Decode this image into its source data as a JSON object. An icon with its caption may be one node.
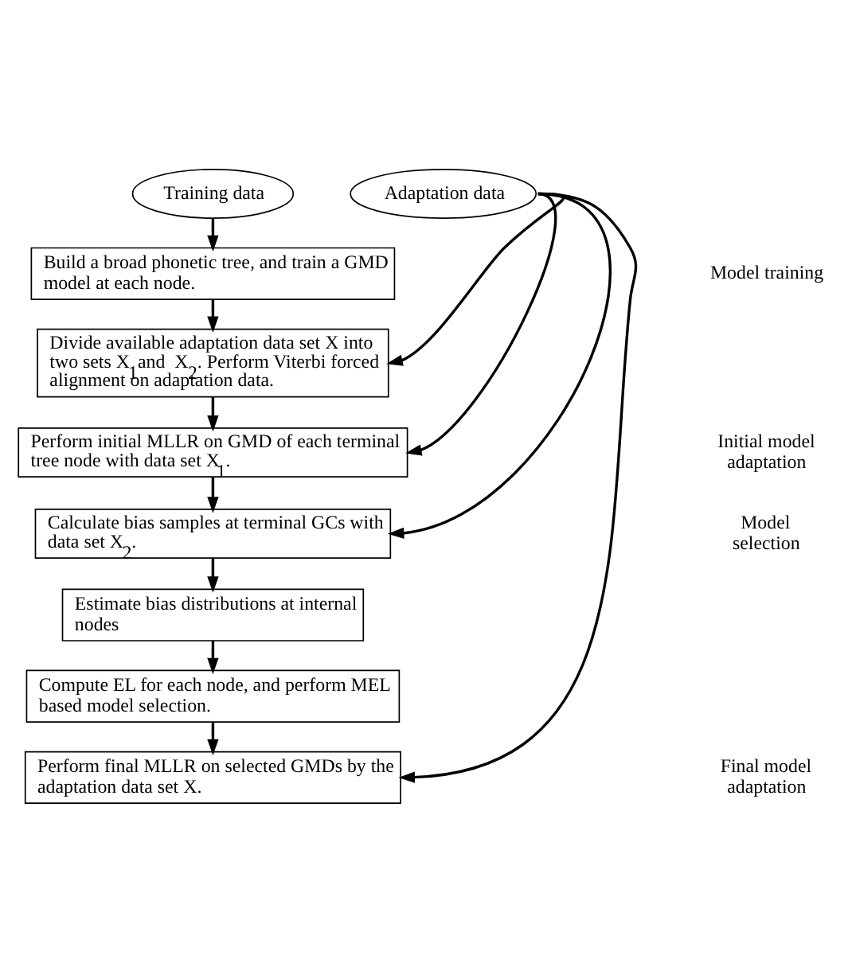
{
  "diagram": {
    "nodes": [
      {
        "text": [
          "Training data"
        ]
      },
      {
        "text": [
          "Adaptation data"
        ]
      },
      {
        "text": [
          "Build a broad phonetic tree, and train a GMD model at each node."
        ]
      },
      {
        "text": [
          "Divide available adaptation data set X into two sets X$_{1}$and  X$_{2}$. Perform Viterbi forced alignment on adaptation data."
        ]
      },
      {
        "text": [
          "Perform initial MLLR on GMD of each terminal tree node with data set X$_{1}$."
        ]
      },
      {
        "text": [
          "Calculate bias samples at terminal GCs with data set X$_{2}$."
        ]
      },
      {
        "text": [
          "Estimate bias distributions at internal nodes"
        ]
      },
      {
        "text": [
          "Compute EL for each node, and perform MEL based model selection."
        ]
      },
      {
        "text": [
          "Perform final MLLR on selected GMDs by the adaptation data set X."
        ]
      }
    ],
    "edges": [
      {
        "from": 0,
        "to": 2,
        "arrow": "to"
      },
      {
        "from": 2,
        "to": 3,
        "arrow": "to"
      },
      {
        "from": 3,
        "to": 4,
        "arrow": "to"
      },
      {
        "from": 4,
        "to": 5,
        "arrow": "to"
      },
      {
        "from": 5,
        "to": 6,
        "arrow": "to"
      },
      {
        "from": 6,
        "to": 7,
        "arrow": "to"
      },
      {
        "from": 7,
        "to": 8,
        "arrow": "to"
      },
      {
        "from": 1,
        "to": 3,
        "arrow": "to"
      },
      {
        "from": 1,
        "to": 4,
        "arrow": "to"
      },
      {
        "from": 1,
        "to": 5,
        "arrow": "to"
      },
      {
        "from": 1,
        "to": 8,
        "arrow": "to"
      }
    ],
    "labels": [
      "Model training",
      "Initial model adaptation",
      "Model selection",
      "Final model adaptation"
    ]
  }
}
